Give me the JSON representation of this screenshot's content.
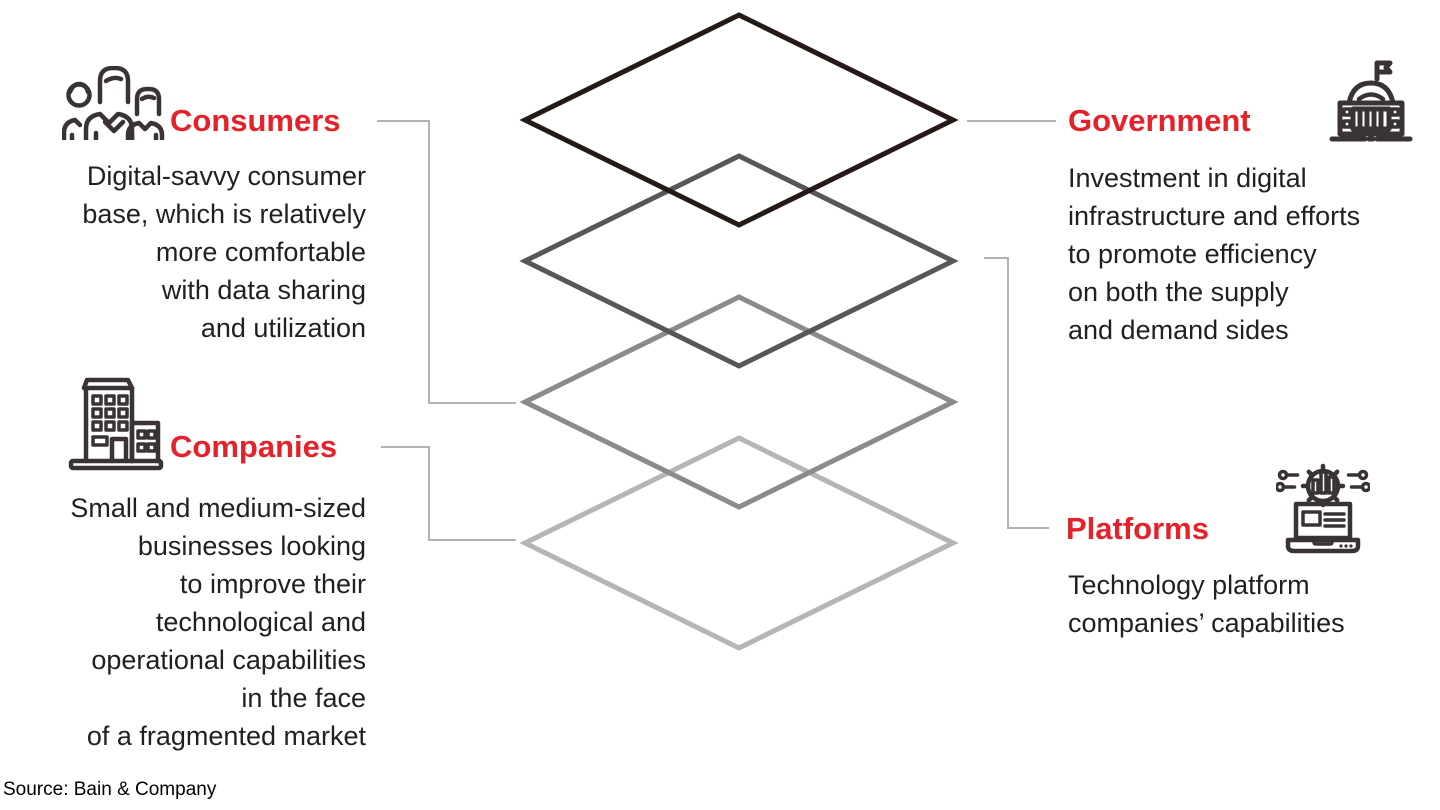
{
  "colors": {
    "accent_red": "#e5212a",
    "icon_stroke": "#3a3335",
    "text": "#231f20",
    "connector": "#b2b2b2"
  },
  "diagram": {
    "type": "layer-stack",
    "connector_color": "#b2b2b2",
    "layers": [
      {
        "name": "layer-1-top",
        "color": "#241a17"
      },
      {
        "name": "layer-2",
        "color": "#595659"
      },
      {
        "name": "layer-3",
        "color": "#8c8a8c"
      },
      {
        "name": "layer-4-bottom",
        "color": "#b5b4b6"
      }
    ]
  },
  "sections": {
    "consumers": {
      "label": "Consumers",
      "icon": "people-icon",
      "lines": [
        "Digital-savvy consumer",
        "base, which is relatively",
        "more comfortable",
        "with data sharing",
        "and utilization"
      ]
    },
    "government": {
      "label": "Government",
      "icon": "capitol-building-icon",
      "lines": [
        "Investment in digital",
        "infrastructure and efforts",
        "to promote efficiency",
        "on both the supply",
        "and demand sides"
      ]
    },
    "companies": {
      "label": "Companies",
      "icon": "office-buildings-icon",
      "lines": [
        "Small and medium-sized",
        "businesses looking",
        "to improve their",
        "technological and",
        "operational capabilities",
        "in the face",
        "of a fragmented market"
      ]
    },
    "platforms": {
      "label": "Platforms",
      "icon": "laptop-analytics-icon",
      "lines": [
        "Technology platform",
        "companies’ capabilities"
      ]
    }
  },
  "source": "Source: Bain & Company"
}
